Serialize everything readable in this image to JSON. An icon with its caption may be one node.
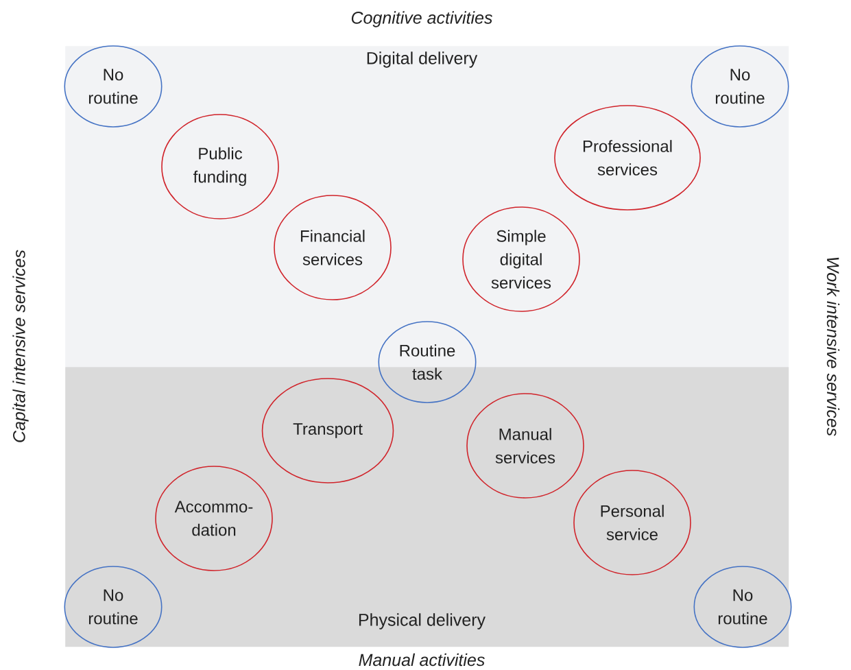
{
  "diagram": {
    "nodes": [
      {
        "text": [
          "Digital delivery"
        ]
      },
      {
        "text": [
          "Physical delivery"
        ]
      },
      {
        "text": [
          "No routine"
        ],
        "in": 0
      },
      {
        "text": [
          "No routine"
        ],
        "in": 0
      },
      {
        "text": [
          "Public funding"
        ],
        "in": 0
      },
      {
        "text": [
          "Professional services"
        ],
        "in": 0
      },
      {
        "text": [
          "Financial services"
        ],
        "in": 0
      },
      {
        "text": [
          "Simple digital services"
        ],
        "in": 0
      },
      {
        "text": [
          "Routine task"
        ]
      },
      {
        "text": [
          "Transport"
        ],
        "in": 1
      },
      {
        "text": [
          "Manual services"
        ],
        "in": 1
      },
      {
        "text": [
          "Accommo- dation"
        ],
        "in": 1
      },
      {
        "text": [
          "Personal service"
        ],
        "in": 1
      },
      {
        "text": [
          "No routine"
        ],
        "in": 1
      },
      {
        "text": [
          "No routine"
        ],
        "in": 1
      }
    ],
    "labels": [
      "Cognitive activities",
      "Capital intensive services",
      "Work intensive services",
      "Manual activities"
    ]
  }
}
